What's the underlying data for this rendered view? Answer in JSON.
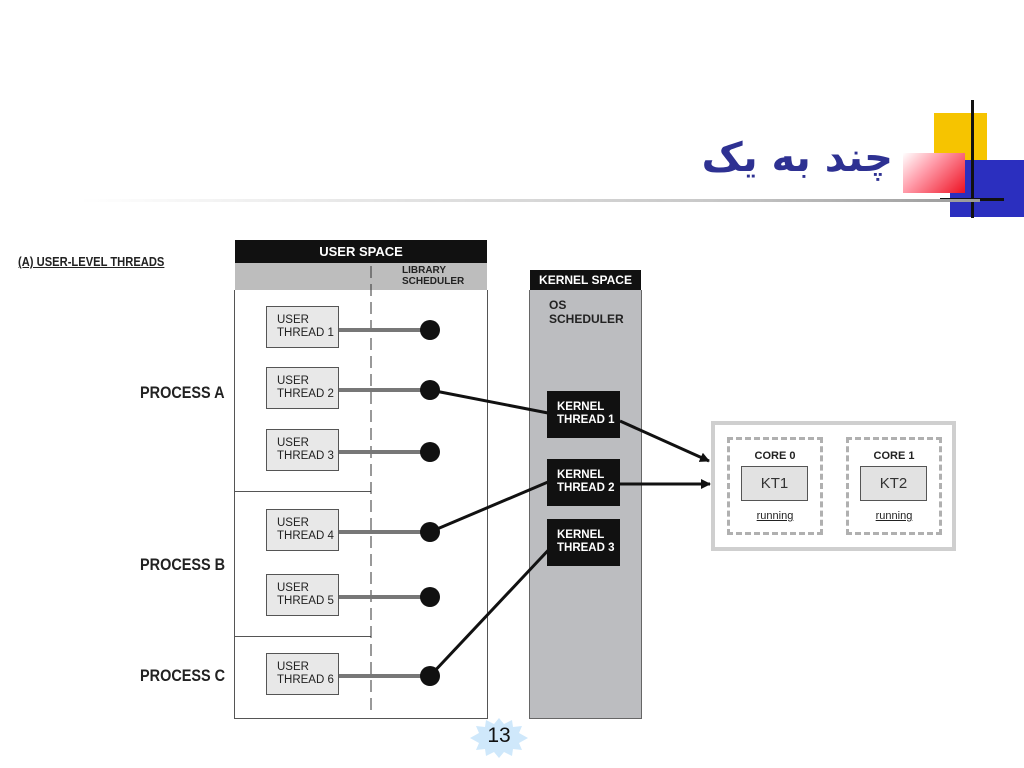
{
  "slide": {
    "title": "چند به یک",
    "page_number": "13"
  },
  "diagram": {
    "heading": "(A) USER-LEVEL THREADS",
    "user_space_label": "USER SPACE",
    "library_scheduler_label": "LIBRARY\nSCHEDULER",
    "kernel_space_label": "KERNEL SPACE",
    "os_scheduler_label": "OS\nSCHEDULER",
    "processes": [
      "PROCESS A",
      "PROCESS B",
      "PROCESS C"
    ],
    "user_threads": [
      "USER\nTHREAD 1",
      "USER\nTHREAD 2",
      "USER\nTHREAD 3",
      "USER\nTHREAD 4",
      "USER\nTHREAD 5",
      "USER\nTHREAD 6"
    ],
    "kernel_threads": [
      "KERNEL\nTHREAD 1",
      "KERNEL\nTHREAD 2",
      "KERNEL\nTHREAD 3"
    ],
    "cores": [
      {
        "label": "CORE 0",
        "running": "KT1",
        "status": "running"
      },
      {
        "label": "CORE 1",
        "running": "KT2",
        "status": "running"
      }
    ]
  },
  "colors": {
    "title": "#2e3192",
    "black_header": "#111111",
    "kernel_space": "#bcbdc0",
    "accent_yellow": "#f6c400",
    "accent_blue": "#2b2fbf",
    "accent_red": "#ee1122"
  }
}
